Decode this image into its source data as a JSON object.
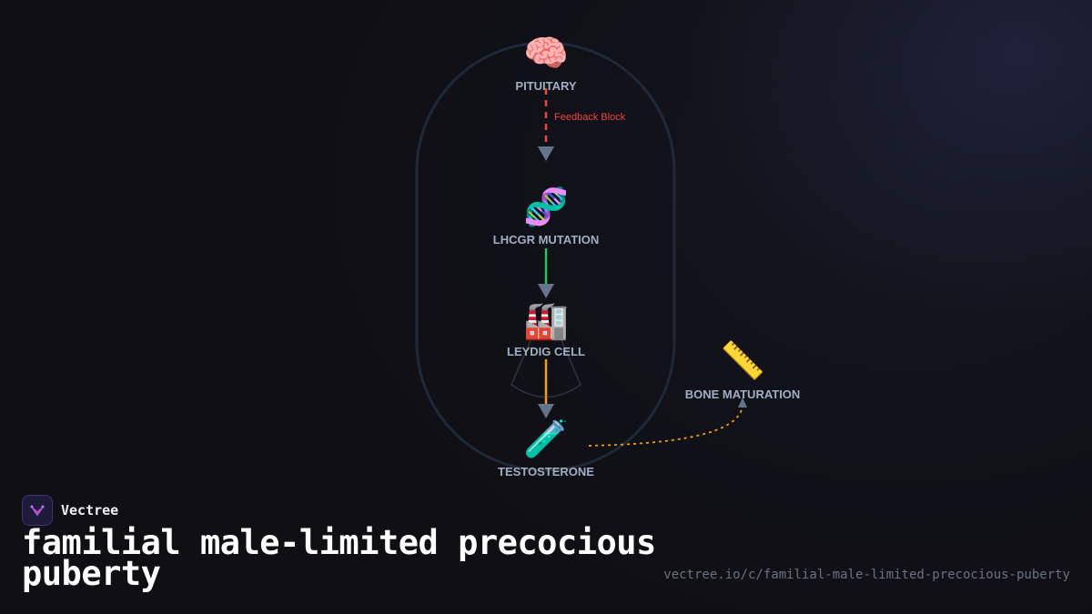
{
  "nodes": {
    "pituitary": {
      "icon": "brain-icon",
      "glyph": "🧠",
      "label": "PITUITARY"
    },
    "lhcgr": {
      "icon": "dna-icon",
      "glyph": "🧬",
      "label": "LHCGR MUTATION"
    },
    "leydig": {
      "icon": "factory-icon",
      "glyph": "🏭",
      "label": "LEYDIG CELL"
    },
    "testosterone": {
      "icon": "test-tube-icon",
      "glyph": "🧪",
      "label": "TESTOSTERONE"
    },
    "bone": {
      "icon": "ruler-icon",
      "glyph": "📏",
      "label": "BONE MATURATION"
    }
  },
  "edges": {
    "feedback": {
      "label": "Feedback Block",
      "color": "#ef4444"
    },
    "lhcgr_to_leydig": {
      "color": "#22c55e"
    },
    "leydig_to_testosterone": {
      "color": "#f59e0b"
    },
    "testosterone_to_bone": {
      "color": "#f59e0b"
    }
  },
  "brand": {
    "name": "Vectree",
    "accent": "#a855f7"
  },
  "title": "familial male-limited precocious puberty",
  "url": "vectree.io/c/familial-male-limited-precocious-puberty"
}
